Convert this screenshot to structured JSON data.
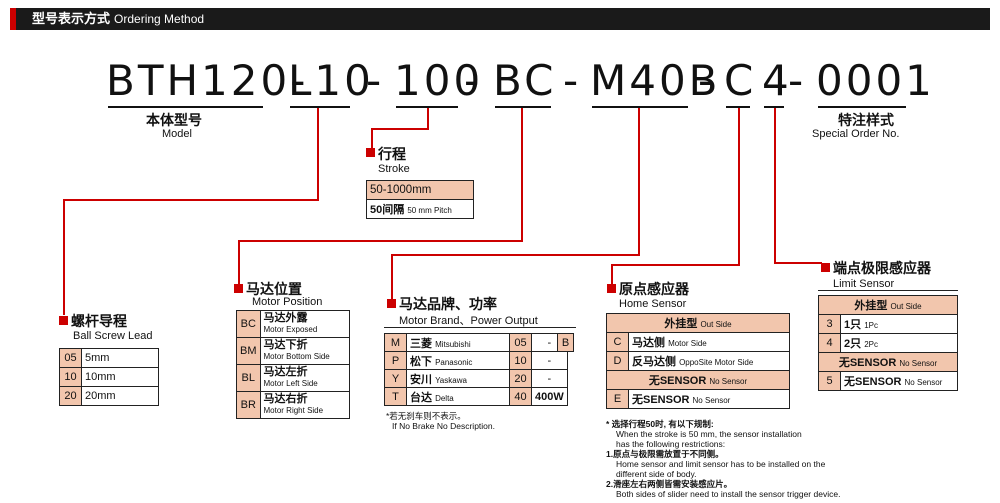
{
  "header": {
    "title_cn": "型号表示方式",
    "title_en": "Ordering Method"
  },
  "code": {
    "seg1": "BTH120-",
    "seg2": "L10",
    "seg3": "-",
    "seg4": "100",
    "seg5": "-",
    "seg6": "BC",
    "seg7": "-",
    "seg8": "M40B",
    "seg9": "-",
    "seg10": "C",
    "seg11": "4",
    "seg12": "-",
    "seg13": "0001"
  },
  "model": {
    "cn": "本体型号",
    "en": "Model"
  },
  "special": {
    "cn": "特注样式",
    "en": "Special Order No."
  },
  "stroke": {
    "cn": "行程",
    "en": "Stroke",
    "range": "50-1000mm",
    "pitch_cn": "50间隔",
    "pitch_en": "50 mm Pitch"
  },
  "lead": {
    "cn": "螺杆导程",
    "en": "Ball Screw Lead",
    "rows": [
      {
        "code": "05",
        "value": "5mm"
      },
      {
        "code": "10",
        "value": "10mm"
      },
      {
        "code": "20",
        "value": "20mm"
      }
    ]
  },
  "position": {
    "cn": "马达位置",
    "en": "Motor Position",
    "rows": [
      {
        "code": "BC",
        "cn": "马达外露",
        "en": "Motor Exposed"
      },
      {
        "code": "BM",
        "cn": "马达下折",
        "en": "Motor Bottom Side"
      },
      {
        "code": "BL",
        "cn": "马达左折",
        "en": "Motor Left Side"
      },
      {
        "code": "BR",
        "cn": "马达右折",
        "en": "Motor Right Side"
      }
    ]
  },
  "brand": {
    "cn": "马达品牌、功率",
    "en": "Motor Brand、Power Output",
    "rows": [
      {
        "code": "M",
        "cn": "三菱",
        "en": "Mitsubishi",
        "pw": "05",
        "pv": "-"
      },
      {
        "code": "P",
        "cn": "松下",
        "en": "Panasonic",
        "pw": "10",
        "pv": "-"
      },
      {
        "code": "Y",
        "cn": "安川",
        "en": "Yaskawa",
        "pw": "20",
        "pv": "-"
      },
      {
        "code": "T",
        "cn": "台达",
        "en": "Delta",
        "pw": "40",
        "pv": "400W"
      }
    ],
    "brake_code": "B",
    "note_cn": "*若无刹车则不表示。",
    "note_en": "If No Brake No Description."
  },
  "home": {
    "cn": "原点感应器",
    "en": "Home Sensor",
    "out_cn": "外挂型",
    "out_en": "Out Side",
    "rows": [
      {
        "code": "C",
        "cn": "马达侧",
        "en": "Motor Side"
      },
      {
        "code": "D",
        "cn": "反马达侧",
        "en": "OppoSite Motor Side"
      }
    ],
    "none_header_cn": "无SENSOR",
    "none_header_en": "No Sensor",
    "none_row": {
      "code": "E",
      "cn": "无SENSOR",
      "en": "No Sensor"
    },
    "notes": [
      "* 选择行程50时, 有以下规制:",
      "When the stroke is 50 mm, the sensor installation",
      "has the following restrictions:",
      "1.原点与极限需放置于不同侧。",
      "Home sensor and limit sensor has to be installed on the",
      "different side of body.",
      "2.滑座左右两侧皆需安装感应片。",
      "Both sides of slider need to install the sensor trigger device."
    ]
  },
  "limit": {
    "cn": "端点极限感应器",
    "en": "Limit Sensor",
    "out_cn": "外挂型",
    "out_en": "Out Side",
    "rows": [
      {
        "code": "3",
        "cn": "1只",
        "en": "1Pc"
      },
      {
        "code": "4",
        "cn": "2只",
        "en": "2Pc"
      }
    ],
    "none_header_cn": "无SENSOR",
    "none_header_en": "No Sensor",
    "none_row": {
      "code": "5",
      "cn": "无SENSOR",
      "en": "No Sensor"
    }
  },
  "colors": {
    "accent": "#cc0000",
    "cell": "#f2c6ad",
    "bar": "#1a1a1a"
  }
}
